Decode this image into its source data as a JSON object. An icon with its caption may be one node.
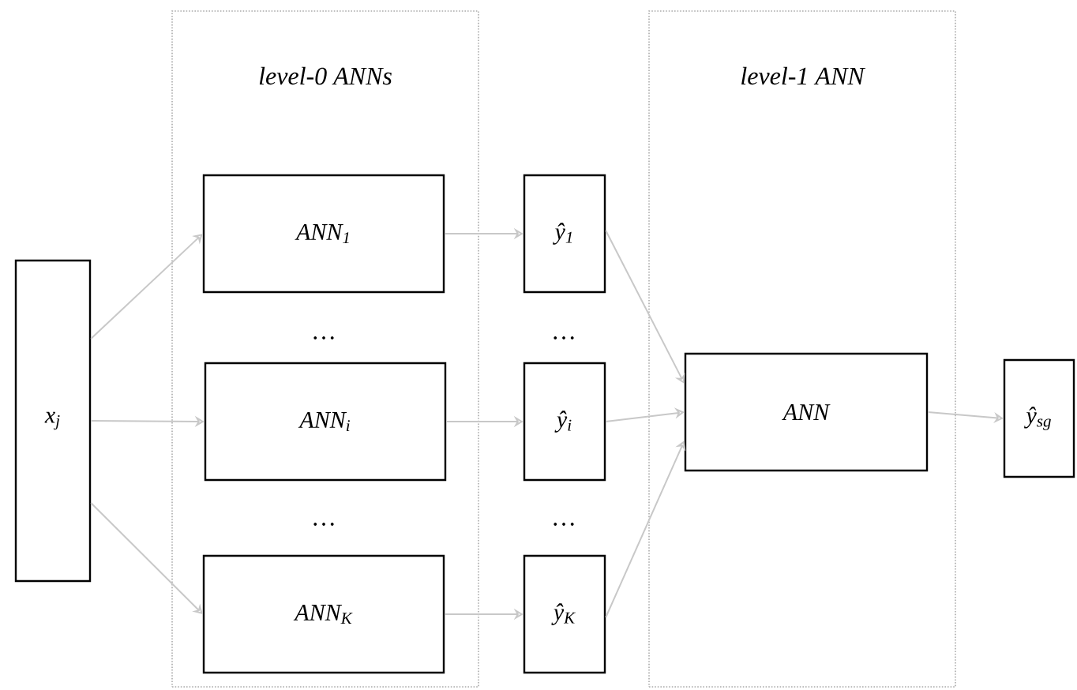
{
  "diagram": {
    "nodes": [
      {
        "text": [
          "x$_{j}$"
        ]
      },
      {
        "text": [
          "level-0 ANNs"
        ]
      },
      {
        "text": [
          "ANN$_{1}$"
        ],
        "in": 1
      },
      {
        "text": [
          "ANN$_{i}$"
        ],
        "in": 1
      },
      {
        "text": [
          "ANN$_{K}$"
        ],
        "in": 1
      },
      {
        "text": [
          "ŷ$_{1}$"
        ]
      },
      {
        "text": [
          "ŷ$_{i}$"
        ]
      },
      {
        "text": [
          "ŷ$_{K}$"
        ]
      },
      {
        "text": [
          "level-1 ANN"
        ]
      },
      {
        "text": [
          "ANN"
        ],
        "in": 8
      },
      {
        "text": [
          "ŷ$_{sg}$"
        ]
      }
    ],
    "edges": [
      {
        "from": 0,
        "to": 2,
        "arrow": "to"
      },
      {
        "from": 0,
        "to": 3,
        "arrow": "to"
      },
      {
        "from": 0,
        "to": 4,
        "arrow": "to"
      },
      {
        "from": 2,
        "to": 5,
        "arrow": "to"
      },
      {
        "from": 3,
        "to": 6,
        "arrow": "to"
      },
      {
        "from": 4,
        "to": 7,
        "arrow": "to"
      },
      {
        "from": 5,
        "to": 9,
        "arrow": "to"
      },
      {
        "from": 6,
        "to": 9,
        "arrow": "to"
      },
      {
        "from": 7,
        "to": 9,
        "arrow": "to"
      },
      {
        "from": 9,
        "to": 10,
        "arrow": "to"
      }
    ],
    "labels": [
      "…",
      "…",
      "…",
      "…"
    ]
  }
}
